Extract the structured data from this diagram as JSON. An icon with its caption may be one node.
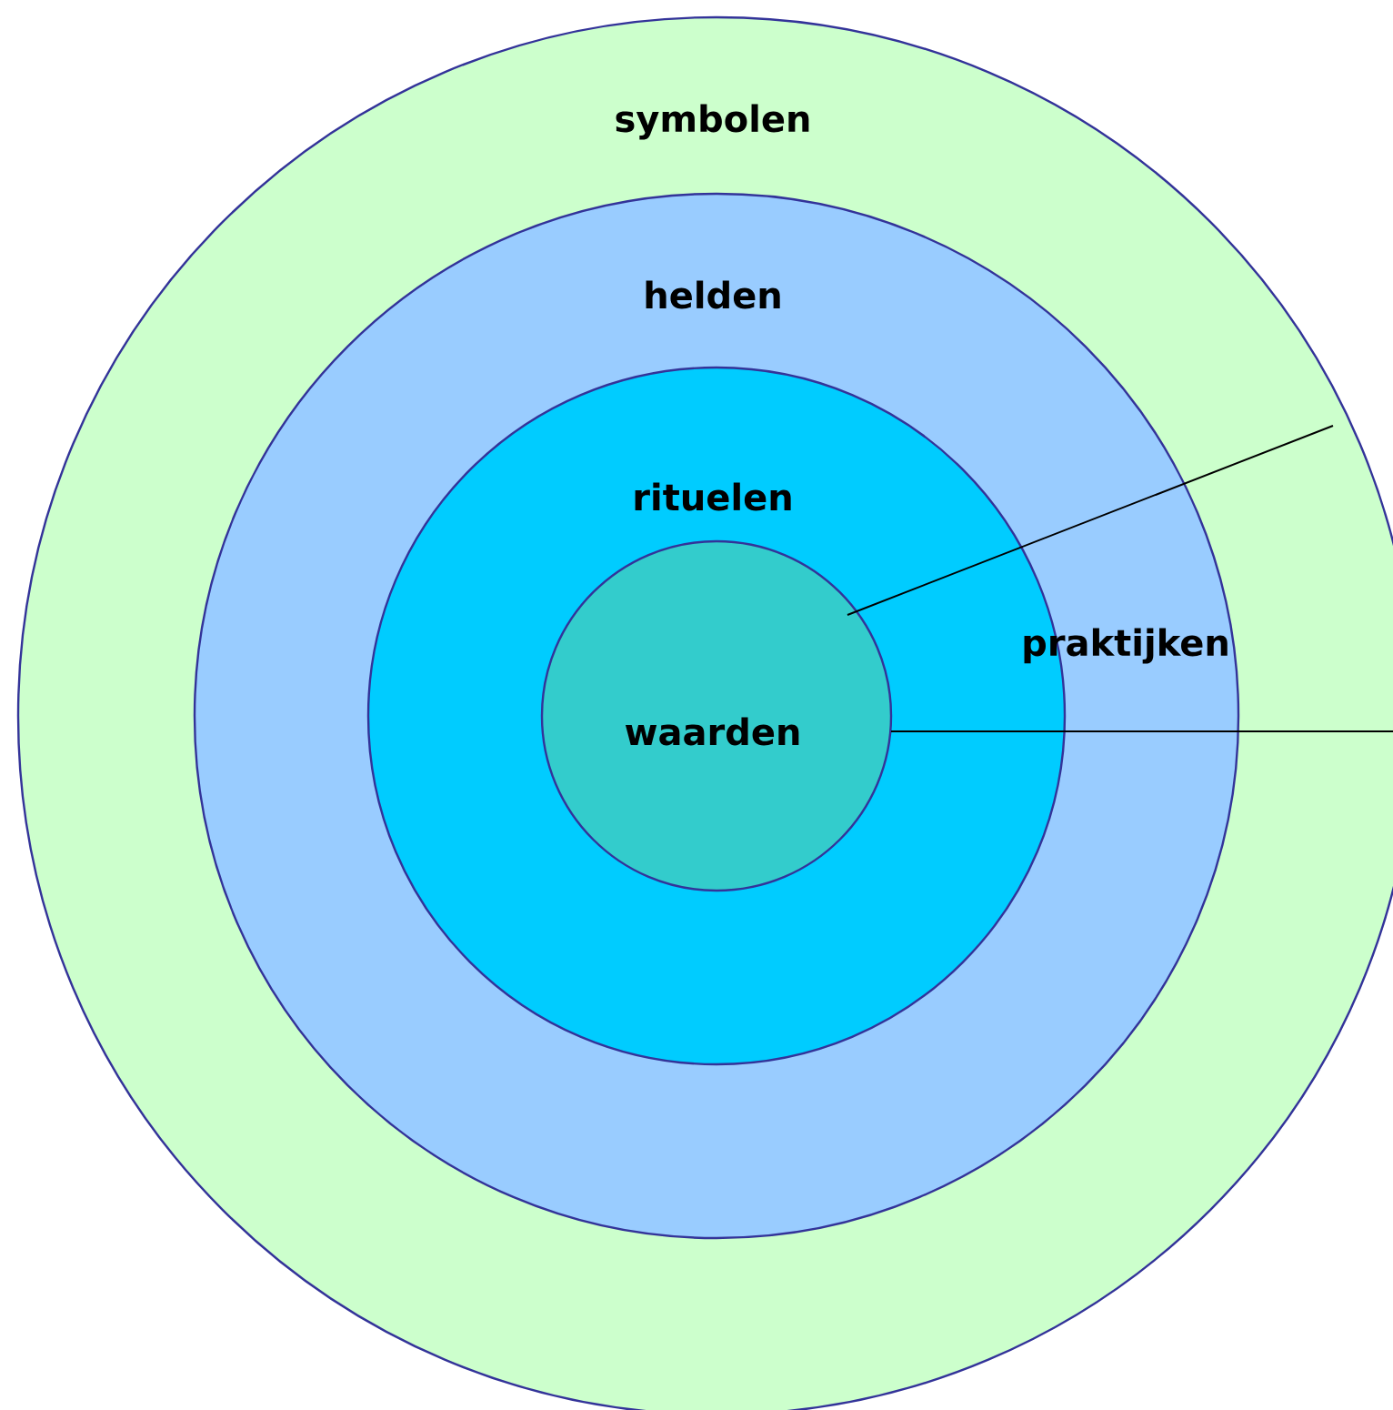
{
  "diagram": {
    "nodes": [
      {
        "text": [
          "symbolen"
        ]
      },
      {
        "text": [
          "helden"
        ],
        "in": 0
      },
      {
        "text": [
          "rituelen"
        ],
        "in": 1
      },
      {
        "text": [
          "waarden"
        ],
        "in": 2
      }
    ],
    "labels": [
      "praktijken"
    ]
  }
}
